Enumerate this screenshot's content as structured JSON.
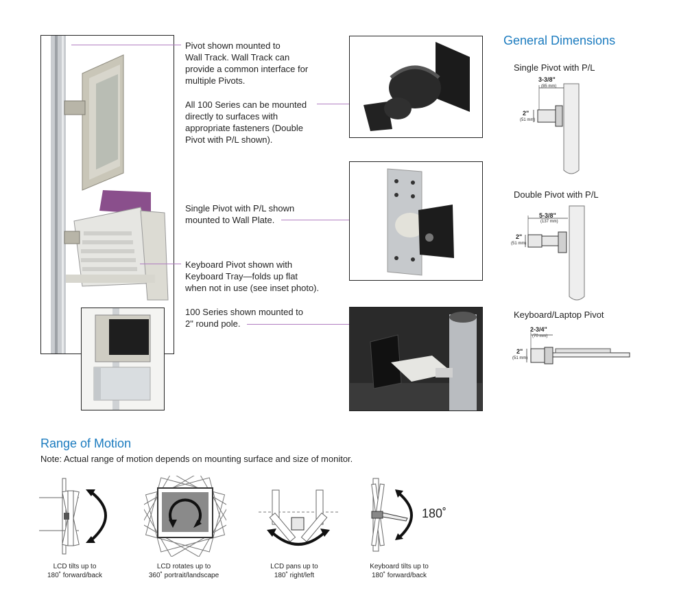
{
  "callouts": {
    "pivot_wall_track": [
      "Pivot shown mounted to",
      "Wall Track. Wall Track can",
      "provide a common interface for",
      "multiple Pivots."
    ],
    "mount_surfaces": [
      "All 100 Series can be mounted",
      "directly to surfaces with",
      "appropriate fasteners (Double",
      "Pivot with P/L shown)."
    ],
    "single_pivot_plate": [
      "Single Pivot with P/L shown",
      "mounted to Wall Plate."
    ],
    "keyboard_pivot": [
      "Keyboard Pivot shown with",
      "Keyboard Tray—folds up flat",
      "when not in use (see inset photo)."
    ],
    "round_pole": [
      "100 Series shown mounted to",
      "2\" round pole."
    ]
  },
  "general_dimensions": {
    "title": "General Dimensions",
    "single": {
      "label": "Single Pivot with P/L",
      "width": "3-3/8\"",
      "width_mm": "(85 mm)",
      "height": "2\"",
      "height_mm": "(51 mm)"
    },
    "double": {
      "label": "Double Pivot with P/L",
      "width": "5-3/8\"",
      "width_mm": "(137 mm)",
      "height": "2\"",
      "height_mm": "(51 mm)"
    },
    "keyboard": {
      "label": "Keyboard/Laptop Pivot",
      "width": "2-3/4\"",
      "width_mm": "(70 mm)",
      "height": "2\"",
      "height_mm": "(51 mm)"
    }
  },
  "range_of_motion": {
    "title": "Range of Motion",
    "note": "Note: Actual range of motion depends on mounting surface and size of monitor.",
    "angle_label": "180˚",
    "items": [
      {
        "line1": "LCD tilts up to",
        "line2": "180˚ forward/back"
      },
      {
        "line1": "LCD rotates up to",
        "line2": "360˚ portrait/landscape"
      },
      {
        "line1": "LCD pans up to",
        "line2": "180˚ right/left"
      },
      {
        "line1": "Keyboard tilts up to",
        "line2": "180˚ forward/back"
      }
    ]
  },
  "colors": {
    "accent": "#1b7bbf",
    "leader": "#b07cc0"
  }
}
